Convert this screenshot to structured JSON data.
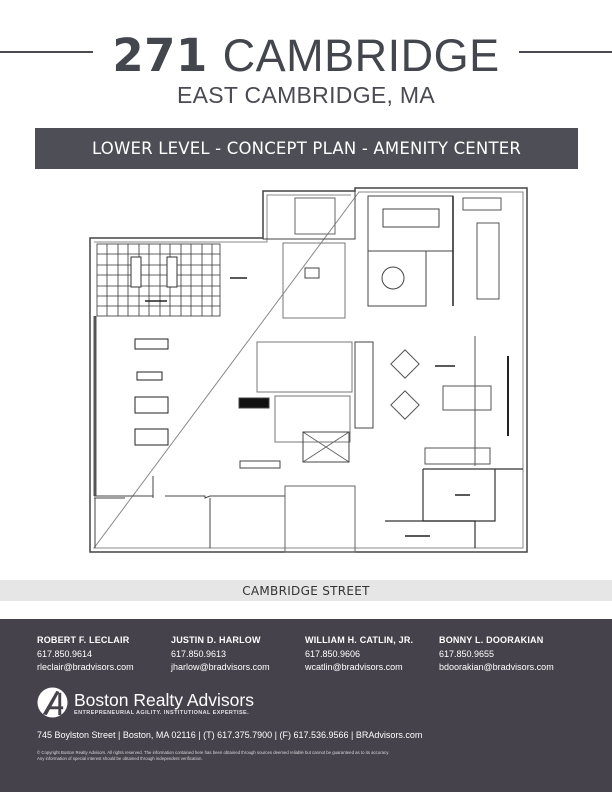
{
  "header": {
    "title_number": "271",
    "title_name": "CAMBRIDGE",
    "subtitle": "EAST CAMBRIDGE, MA"
  },
  "banner": {
    "label": "LOWER LEVEL - CONCEPT PLAN - AMENITY CENTER"
  },
  "floor_plan": {
    "description": "Architectural floor plan drawing: fitness area with equipment, stair cores, restrooms, elevator, lounge with seating, conference/meeting rooms",
    "icon": "floor-plan-drawing"
  },
  "street_label": "CAMBRIDGE STREET",
  "footer": {
    "contacts": [
      {
        "name": "ROBERT F. LECLAIR",
        "phone": "617.850.9614",
        "email": "rleclair@bradvisors.com"
      },
      {
        "name": "JUSTIN D. HARLOW",
        "phone": "617.850.9613",
        "email": "jharlow@bradvisors.com"
      },
      {
        "name": "WILLIAM H. CATLIN, JR.",
        "phone": "617.850.9606",
        "email": "wcatlin@bradvisors.com"
      },
      {
        "name": "BONNY L. DOORAKIAN",
        "phone": "617.850.9655",
        "email": "bdoorakian@bradvisors.com"
      }
    ],
    "brand": {
      "name": "Boston Realty Advisors",
      "tagline": "ENTREPRENEURIAL AGILITY. INSTITUTIONAL EXPERTISE.",
      "logo_icon": "bra-logo-icon"
    },
    "address_line": "745 Boylston Street  |  Boston, MA 02116  |  (T) 617.375.7900  |  (F) 617.536.9566  |  BRAdvisors.com",
    "disclaimer_line1": "© Copyright Boston Realty Advisors. All rights reserved. The information contained here has been obtained through sources deemed reliable but cannot be guaranteed as to its accuracy.",
    "disclaimer_line2": "Any information of special interest should be obtained through independent verification."
  },
  "colors": {
    "title_text": "#44464e",
    "banner_bg": "#4e4e56",
    "street_bg": "#e6e6e6",
    "footer_bg": "#46424b"
  }
}
